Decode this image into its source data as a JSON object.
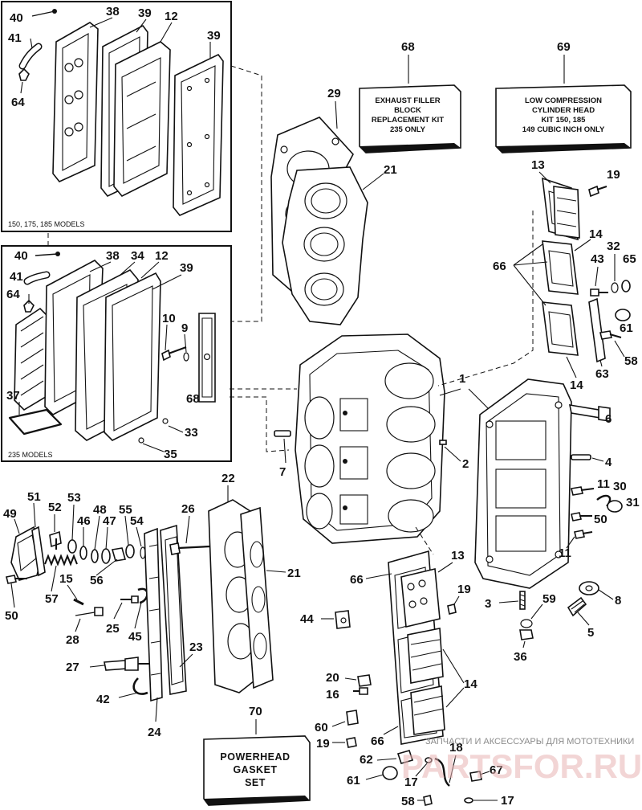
{
  "diagram": {
    "callouts": {
      "i40a": "40",
      "i38a": "38",
      "i39a": "39",
      "i12a": "12",
      "i39b": "39",
      "i41a": "41",
      "i64a": "64",
      "i40b": "40",
      "i38b": "38",
      "i34": "34",
      "i12b": "12",
      "i39c": "39",
      "i41b": "41",
      "i64b": "64",
      "i10": "10",
      "i9": "9",
      "i68": "68",
      "i37": "37",
      "i33": "33",
      "i35": "35",
      "k68": "68",
      "k69": "69",
      "k70": "70",
      "p29": "29",
      "p21a": "21",
      "p13a": "13",
      "p19a": "19",
      "p14a": "14",
      "p66a": "66",
      "p43": "43",
      "p32": "32",
      "p65": "65",
      "p61a": "61",
      "p58a": "58",
      "p63": "63",
      "p14b": "14",
      "p1": "1",
      "p2": "2",
      "p7": "7",
      "p6": "6",
      "p4": "4",
      "p11a": "11",
      "p30": "30",
      "p31": "31",
      "p50a": "50",
      "p11b": "11",
      "p3": "3",
      "p59": "59",
      "p8": "8",
      "p5": "5",
      "p36": "36",
      "p49": "49",
      "p51": "51",
      "p52": "52",
      "p53": "53",
      "p46": "46",
      "p48": "48",
      "p47": "47",
      "p55": "55",
      "p54": "54",
      "p15": "15",
      "p57": "57",
      "p56": "56",
      "p50b": "50",
      "p25": "25",
      "p28": "28",
      "p45": "45",
      "p27": "27",
      "p42": "42",
      "p24": "24",
      "p23": "23",
      "p22": "22",
      "p26": "26",
      "p21b": "21",
      "p44": "44",
      "p66b": "66",
      "p13b": "13",
      "p19b": "19",
      "p14c": "14",
      "p20": "20",
      "p16": "16",
      "p60": "60",
      "p19c": "19",
      "p66c": "66",
      "p62": "62",
      "p18": "18",
      "p61b": "61",
      "p17a": "17",
      "p67": "67",
      "p58b": "58",
      "p17b": "17"
    },
    "inset_top_caption": "150, 175, 185 MODELS",
    "inset_bottom_caption": "235 MODELS",
    "kits": {
      "exhaust": {
        "line1": "EXHAUST FILLER",
        "line2": "BLOCK",
        "line3": "REPLACEMENT KIT",
        "line4": "235 ONLY"
      },
      "compression": {
        "line1": "LOW COMPRESSION",
        "line2": "CYLINDER HEAD",
        "line3": "KIT 150, 185",
        "line4": "149 CUBIC INCH ONLY"
      },
      "gasket": {
        "line1": "POWERHEAD",
        "line2": "GASKET",
        "line3": "SET"
      }
    },
    "watermark": {
      "text": "ЗАПЧАСТИ И АКСЕССУАРЫ ДЛЯ МОТОТЕХНИКИ",
      "logo": "PARTSFOR.RU"
    }
  }
}
